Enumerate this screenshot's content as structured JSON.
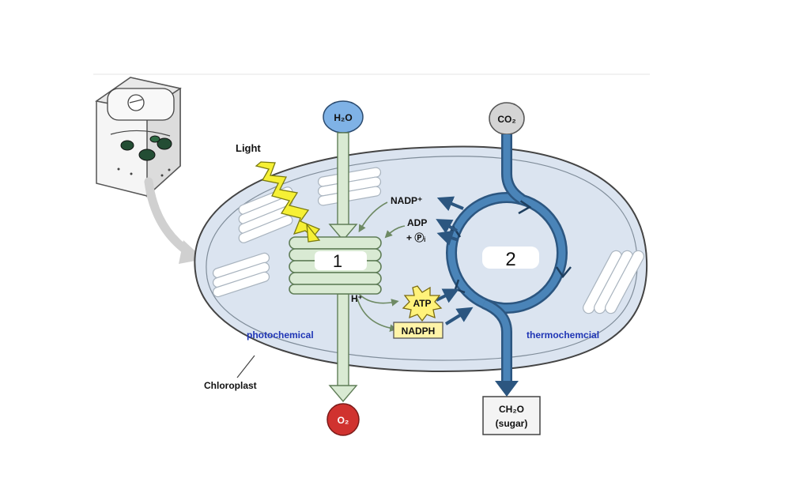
{
  "labels": {
    "light": "Light",
    "chloroplast": "Chloroplast",
    "photochemical": "photochemical",
    "thermochemical": "thermochemcial",
    "nadp_plus": "NADP⁺",
    "adp": "ADP",
    "pi": "+ Ⓟᵢ",
    "h_plus": "H⁺",
    "atp": "ATP",
    "nadph": "NADPH",
    "sugar_formula": "CH₂O",
    "sugar_name": "(sugar)",
    "h2o": "H₂O",
    "co2": "CO₂",
    "o2": "O₂",
    "blank_1": "1",
    "blank_2": "2"
  },
  "colors": {
    "stroma": "#dbe4f0",
    "thylakoid_green": "#d9ead3",
    "thylakoid_stroke": "#5f7d57",
    "calvin_blue": "#3f76a8",
    "calvin_dark": "#2c5680",
    "h2o_blue": "#7fb2e6",
    "co2_gray": "#d4d4d4",
    "o2_red": "#d0322f",
    "atp_yellow": "#fff27a",
    "nadph_yellow": "#fff4a8",
    "light_yellow": "#f6f035",
    "label_blue": "#1f35b5"
  }
}
